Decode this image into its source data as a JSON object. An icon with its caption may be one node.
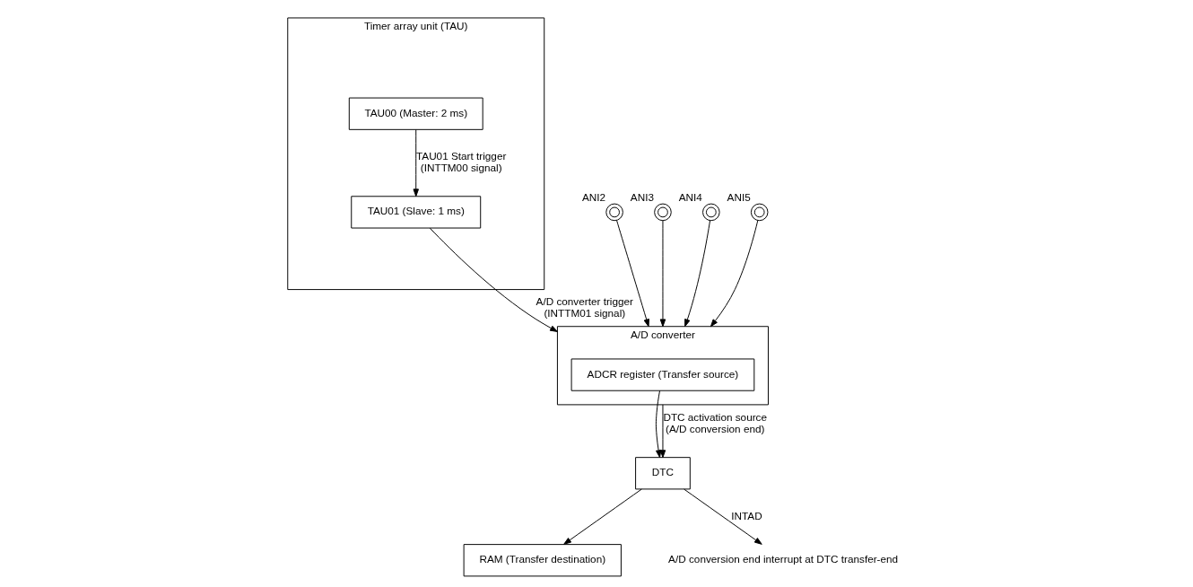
{
  "diagram": {
    "nodes": [
      {
        "text": [
          "Timer array unit (TAU)"
        ]
      },
      {
        "text": [
          "TAU00 (Master: 2 ms)"
        ],
        "in": 0
      },
      {
        "text": [
          "TAU01 (Slave: 1 ms)"
        ],
        "in": 0
      },
      {
        "text": [
          "A/D converter"
        ]
      },
      {
        "text": [
          "ADCR register (Transfer source)"
        ],
        "in": 3
      },
      {
        "text": [],
        "shape": "circle",
        "beside": [
          "ANI2"
        ]
      },
      {
        "text": [],
        "shape": "circle",
        "beside": [
          "ANI3"
        ]
      },
      {
        "text": [],
        "shape": "circle",
        "beside": [
          "ANI4"
        ]
      },
      {
        "text": [],
        "shape": "circle",
        "beside": [
          "ANI5"
        ]
      },
      {
        "text": [
          "DTC"
        ]
      },
      {
        "text": [
          "RAM (Transfer destination)"
        ]
      },
      {
        "text": [
          "A/D conversion end interrupt at DTC transfer-end"
        ]
      }
    ],
    "edges": [
      {
        "from": 1,
        "to": 2,
        "arrow": "to",
        "label": "TAU01 Start trigger (INTTM00 signal)"
      },
      {
        "from": 2,
        "to": 3,
        "arrow": "to",
        "label": "A/D converter trigger (INTTM01 signal)"
      },
      {
        "from": 5,
        "to": 3,
        "arrow": "to"
      },
      {
        "from": 6,
        "to": 3,
        "arrow": "to"
      },
      {
        "from": 7,
        "to": 3,
        "arrow": "to"
      },
      {
        "from": 8,
        "to": 3,
        "arrow": "to"
      },
      {
        "from": 4,
        "to": 9,
        "arrow": "to"
      },
      {
        "from": 3,
        "to": 9,
        "arrow": "to",
        "label": "DTC activation source (A/D conversion end)"
      },
      {
        "from": 9,
        "to": 10,
        "arrow": "to"
      },
      {
        "from": 9,
        "to": 11,
        "arrow": "to",
        "label": "INTAD"
      }
    ]
  }
}
